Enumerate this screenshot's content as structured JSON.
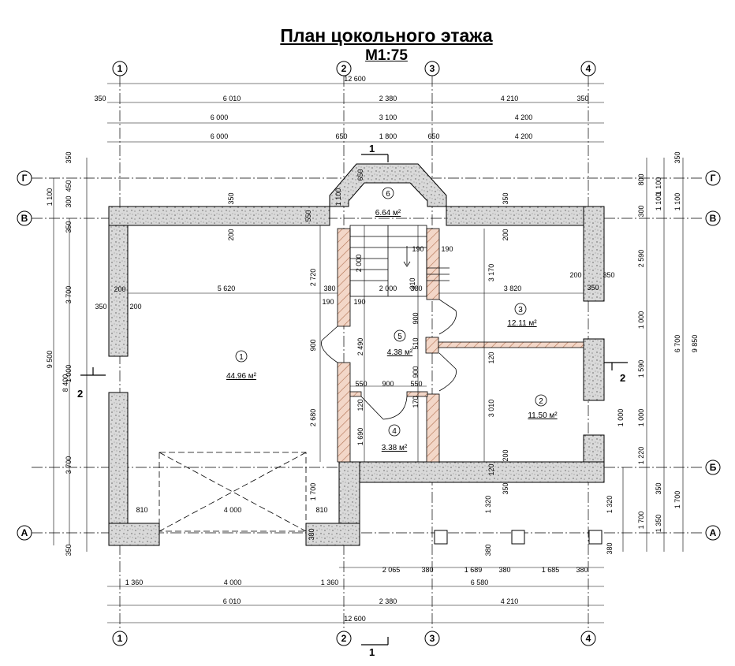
{
  "header": {
    "title": "План цокольного этажа",
    "scale": "М1:75"
  },
  "axes": {
    "vertical": [
      "1",
      "2",
      "3",
      "4"
    ],
    "horizontal": [
      "Г",
      "В",
      "Б",
      "А"
    ]
  },
  "sections": {
    "s1": "1",
    "s2": "2"
  },
  "rooms": [
    {
      "num": "1",
      "area": "44.96 м²"
    },
    {
      "num": "2",
      "area": "11.50 м²"
    },
    {
      "num": "3",
      "area": "12.11 м²"
    },
    {
      "num": "4",
      "area": "3.38 м²"
    },
    {
      "num": "5",
      "area": "4.38 м²"
    },
    {
      "num": "6",
      "area": "6.64 м²"
    }
  ],
  "dims": {
    "top_total": "12 600",
    "top_r1": [
      "350",
      "6 010",
      "2 380",
      "4 210",
      "350"
    ],
    "top_r2": [
      "6 000",
      "3 100",
      "4 200"
    ],
    "top_r3": [
      "6 000",
      "650",
      "1 800",
      "650",
      "4 200"
    ],
    "bottom_r1": [
      "2 065",
      "380",
      "1 689",
      "380",
      "1 685",
      "380"
    ],
    "bottom_r2": [
      "1 360",
      "4 000",
      "1 360",
      "6 580"
    ],
    "bottom_r3": [
      "6 010",
      "2 380",
      "4 210"
    ],
    "bottom_total": "12 600",
    "left_outer": "9 500",
    "left_mid": "8 400",
    "left_inner": [
      "350",
      "450",
      "300",
      "350",
      "3 700",
      "1 000",
      "3 700",
      "350"
    ],
    "left_g": "1 100",
    "right_outer": "9 850",
    "right_mid": "6 700",
    "right_inner": [
      "350",
      "800",
      "300",
      "2 590",
      "1 000",
      "1 590",
      "1 000",
      "1 220",
      "350",
      "1 350",
      "380"
    ],
    "right_g": "1 100",
    "right_g2": "1 100",
    "right_b1": "1 700",
    "right_b2": "1 700",
    "right_b3": "1 320",
    "inner": {
      "room1_w": "5 620",
      "w350": "350",
      "w200": "200",
      "w200b": "200",
      "w350b": "350",
      "w200c": "200",
      "w350c": "350",
      "w200d": "200",
      "w350d": "350",
      "s2720": "2 720",
      "s900": "900",
      "s2680": "2 680",
      "s380": "380",
      "s190a": "190",
      "s190b": "190",
      "s2000": "2 000",
      "s2000b": "2 000",
      "s310": "310",
      "s380b": "380",
      "s190c": "190",
      "s190d": "190",
      "s3820": "3 820",
      "s3170": "3 170",
      "s900b": "900",
      "s510": "510",
      "s2490": "2 490",
      "s120": "120",
      "s550a": "550",
      "s900c": "900",
      "s550b": "550",
      "s120b": "120",
      "s170": "170",
      "s900d": "900",
      "s1690": "1 690",
      "s3010": "3 010",
      "s120c": "120",
      "s200e": "200",
      "s350e": "350",
      "s1320": "1 320",
      "s380c": "380",
      "s1100": "1 100",
      "s650b": "650",
      "s550c": "550",
      "s1700": "1 700",
      "s810a": "810",
      "s4000": "4 000",
      "s810b": "810",
      "s380d": "380",
      "s1000": "1 000",
      "s350f": "350",
      "s200f": "200",
      "s1100b": "1 100"
    }
  }
}
